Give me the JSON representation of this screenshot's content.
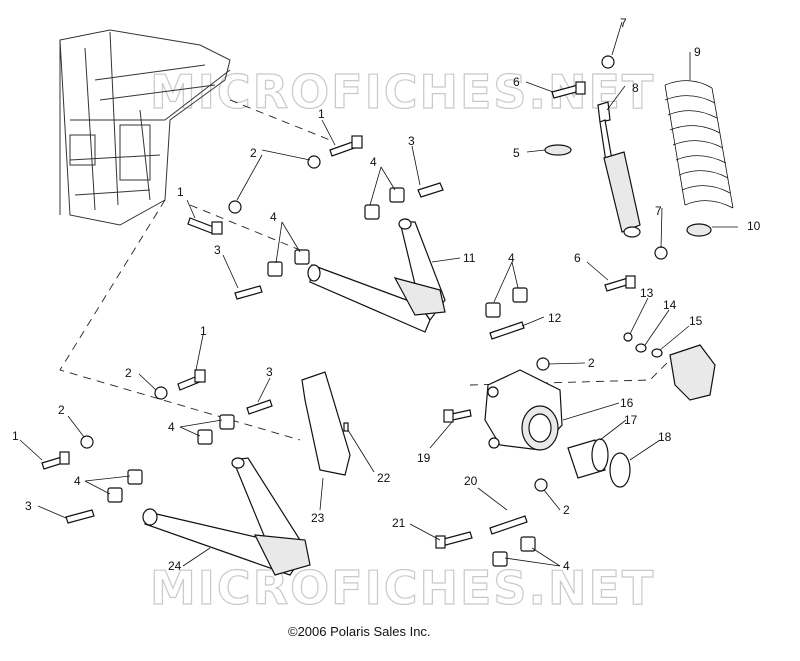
{
  "watermark": "MICROFICHES.NET",
  "copyright": "©2006 Polaris Sales Inc.",
  "callouts": [
    {
      "id": "c7a",
      "text": "7"
    },
    {
      "id": "c9",
      "text": "9"
    },
    {
      "id": "c6a",
      "text": "6"
    },
    {
      "id": "c8",
      "text": "8"
    },
    {
      "id": "c1a",
      "text": "1"
    },
    {
      "id": "c3a",
      "text": "3"
    },
    {
      "id": "c5",
      "text": "5"
    },
    {
      "id": "c2a",
      "text": "2"
    },
    {
      "id": "c4a",
      "text": "4"
    },
    {
      "id": "c1b",
      "text": "1"
    },
    {
      "id": "c7b",
      "text": "7"
    },
    {
      "id": "c10",
      "text": "10"
    },
    {
      "id": "c4b",
      "text": "4"
    },
    {
      "id": "c11",
      "text": "11"
    },
    {
      "id": "c3b",
      "text": "3"
    },
    {
      "id": "c6b",
      "text": "6"
    },
    {
      "id": "c4c",
      "text": "4"
    },
    {
      "id": "c13",
      "text": "13"
    },
    {
      "id": "c14",
      "text": "14"
    },
    {
      "id": "c15",
      "text": "15"
    },
    {
      "id": "c12",
      "text": "12"
    },
    {
      "id": "c1c",
      "text": "1"
    },
    {
      "id": "c2b",
      "text": "2"
    },
    {
      "id": "c3c",
      "text": "3"
    },
    {
      "id": "c2c",
      "text": "2"
    },
    {
      "id": "c16",
      "text": "16"
    },
    {
      "id": "c2d",
      "text": "2"
    },
    {
      "id": "c4d",
      "text": "4"
    },
    {
      "id": "c17",
      "text": "17"
    },
    {
      "id": "c18",
      "text": "18"
    },
    {
      "id": "c1d",
      "text": "1"
    },
    {
      "id": "c19",
      "text": "19"
    },
    {
      "id": "c22",
      "text": "22"
    },
    {
      "id": "c4e",
      "text": "4"
    },
    {
      "id": "c20",
      "text": "20"
    },
    {
      "id": "c2e",
      "text": "2"
    },
    {
      "id": "c3d",
      "text": "3"
    },
    {
      "id": "c23",
      "text": "23"
    },
    {
      "id": "c21",
      "text": "21"
    },
    {
      "id": "c24",
      "text": "24"
    },
    {
      "id": "c4f",
      "text": "4"
    }
  ]
}
